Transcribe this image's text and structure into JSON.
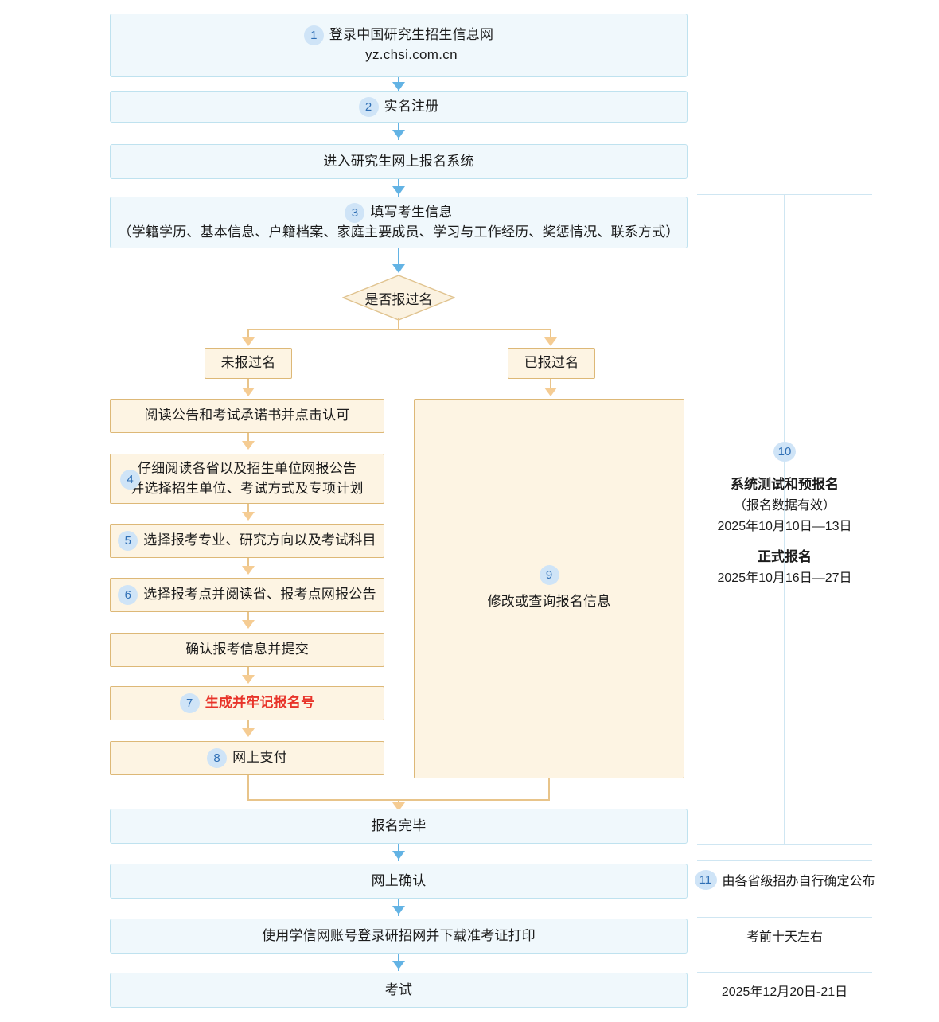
{
  "flow": {
    "steps": [
      {
        "id": "login",
        "num": "1",
        "line1": "登录中国研究生招生信息网",
        "line2": "yz.chsi.com.cn"
      },
      {
        "id": "realname",
        "num": "2",
        "line1": "实名注册"
      },
      {
        "id": "enter-system",
        "num": "",
        "line1": "进入研究生网上报名系统"
      },
      {
        "id": "fill-info",
        "num": "3",
        "line1": "填写考生信息",
        "line2": "（学籍学历、基本信息、户籍档案、家庭主要成员、学习与工作经历、奖惩情况、联系方式）"
      }
    ],
    "decision": {
      "id": "has-registered",
      "label": "是否报过名"
    },
    "branches": {
      "left_label": "未报过名",
      "right_label": "已报过名"
    },
    "left_chain": [
      {
        "num": "",
        "line1": "阅读公告和考试承诺书并点击认可"
      },
      {
        "num": "4",
        "line1": "仔细阅读各省以及招生单位网报公告",
        "line2": "并选择招生单位、考试方式及专项计划"
      },
      {
        "num": "5",
        "line1": "选择报考专业、研究方向以及考试科目"
      },
      {
        "num": "6",
        "line1": "选择报考点并阅读省、报考点网报公告"
      },
      {
        "num": "",
        "line1": "确认报考信息并提交"
      },
      {
        "num": "7",
        "line1": "生成并牢记报名号",
        "red": true
      },
      {
        "num": "8",
        "line1": "网上支付"
      }
    ],
    "right_block": {
      "num": "9",
      "label": "修改或查询报名信息"
    },
    "tail": [
      {
        "id": "register-done",
        "label": "报名完毕"
      },
      {
        "id": "online-confirm",
        "label": "网上确认"
      },
      {
        "id": "download-ticket",
        "label": "使用学信网账号登录研招网并下载准考证打印"
      },
      {
        "id": "exam",
        "label": "考试"
      }
    ]
  },
  "timeline": {
    "registration": {
      "num": "10",
      "title": "系统测试和预报名",
      "note": "（报名数据有效）",
      "date": "2025年10月10日—13日",
      "title2": "正式报名",
      "date2": "2025年10月16日—27日"
    },
    "rows": [
      {
        "num": "11",
        "text": "由各省级招办自行确定公布"
      },
      {
        "num": "",
        "text": "考前十天左右"
      },
      {
        "num": "",
        "text": "2025年12月20日-21日"
      }
    ]
  },
  "colors": {
    "blue_fill": "#f0f8fc",
    "blue_border": "#bfe2ef",
    "blue_arrow": "#63b3e4",
    "orange_fill": "#fdf4e3",
    "orange_border": "#ddb877",
    "orange_arrow": "#f5cc93",
    "badge_bg": "#cfe4f7",
    "badge_fg": "#2f6fb5",
    "highlight_red": "#e8342a"
  }
}
